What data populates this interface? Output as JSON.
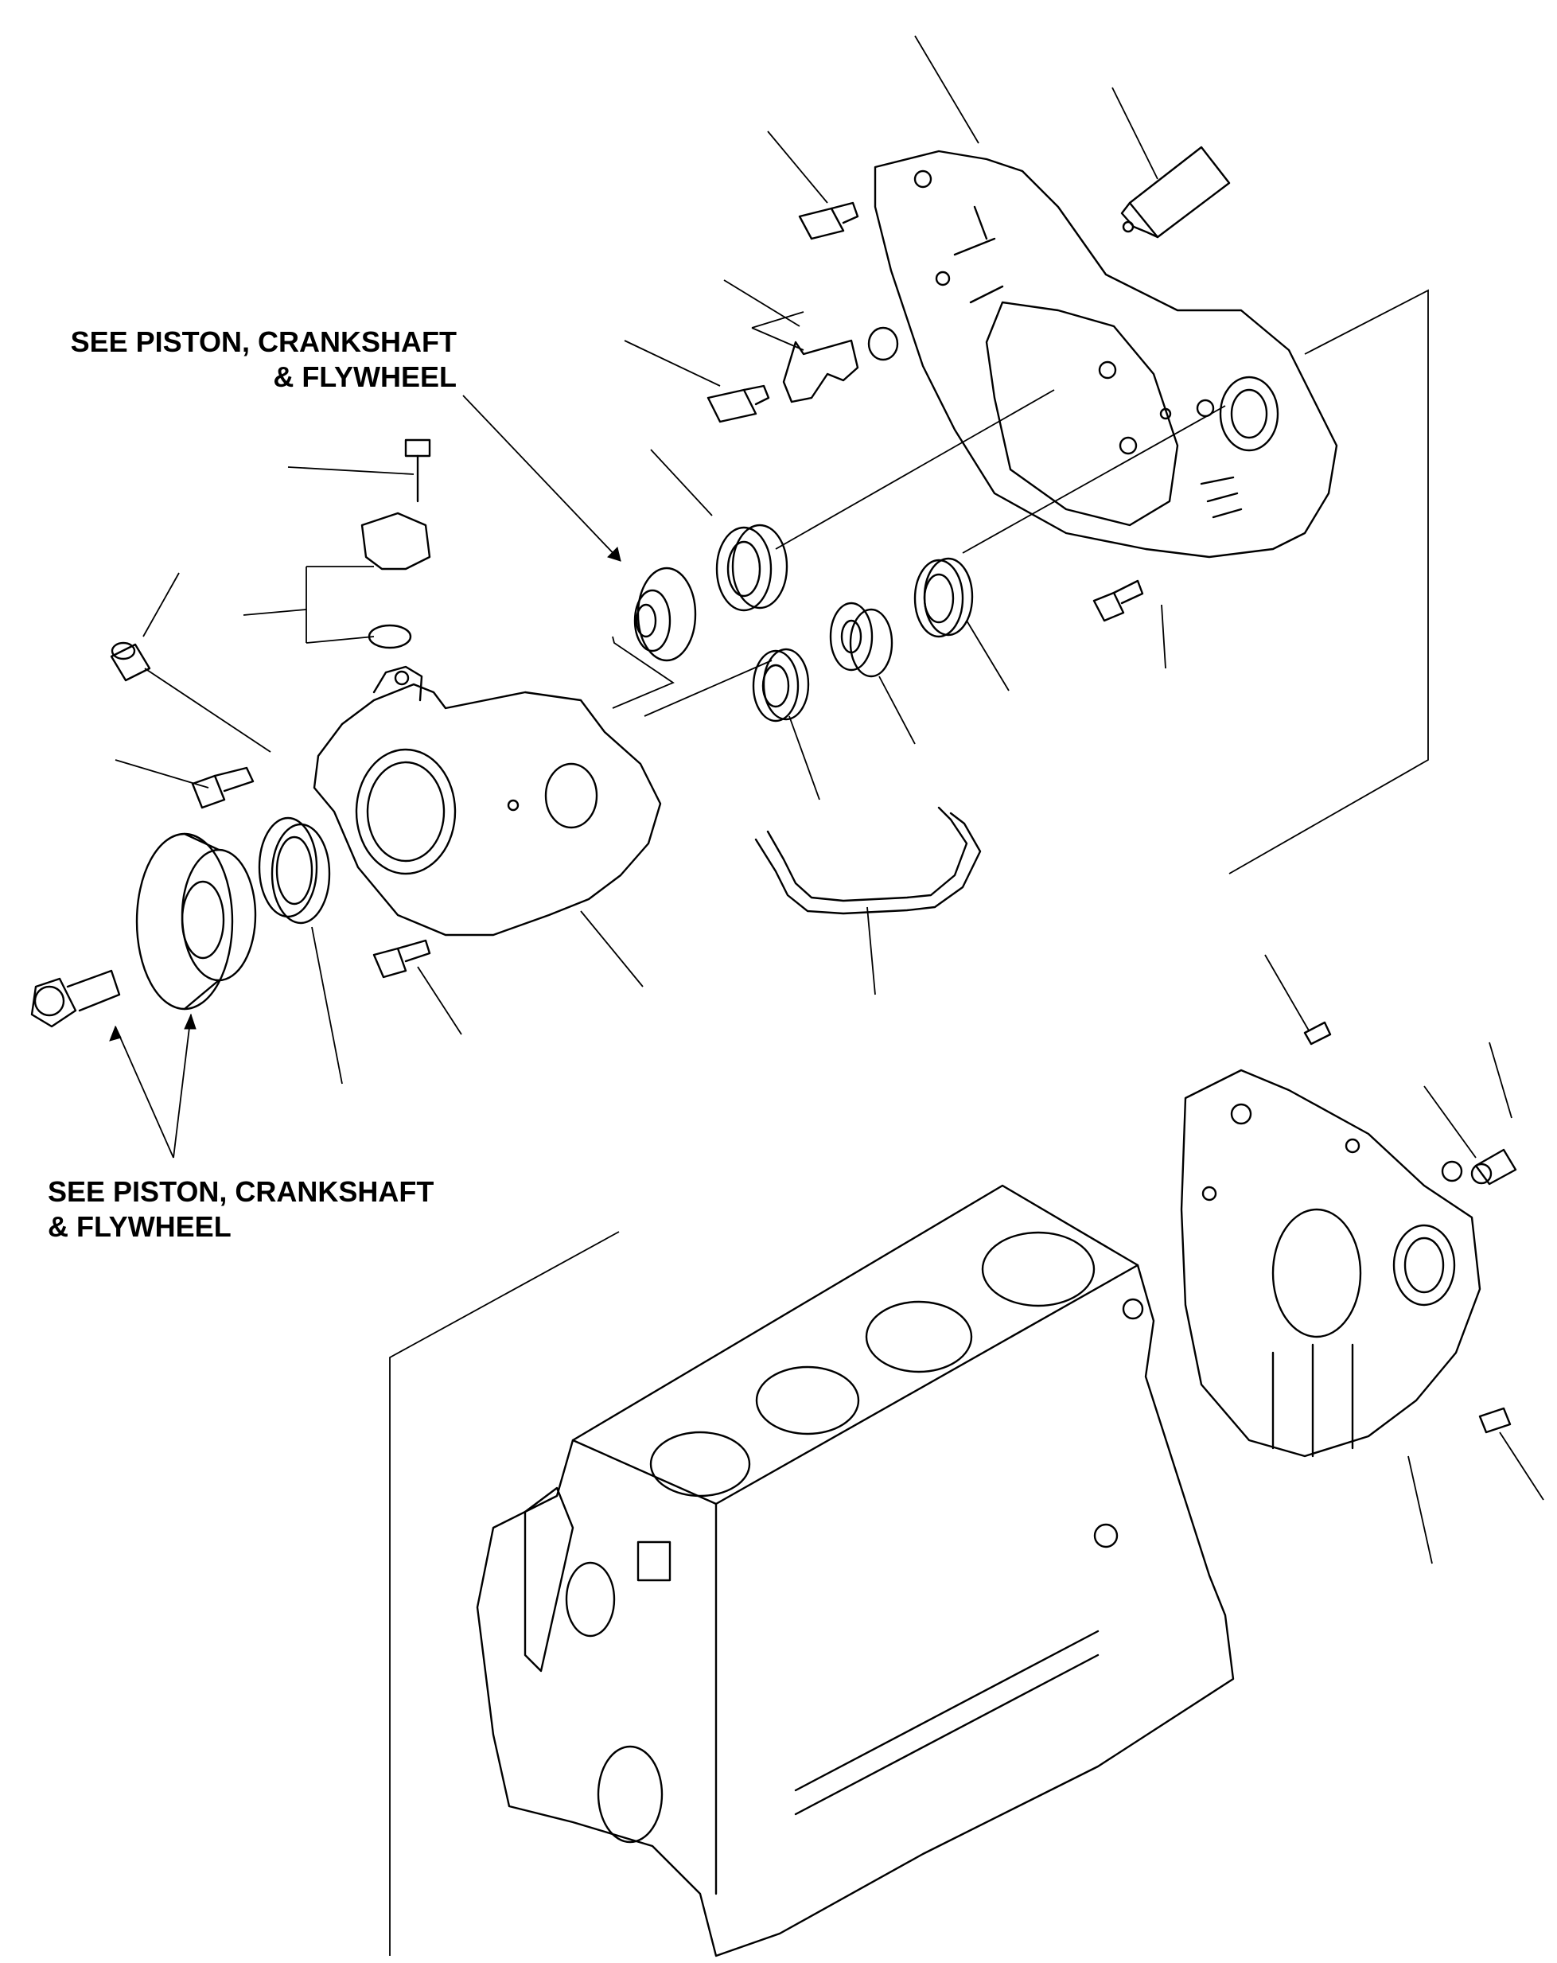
{
  "callouts": {
    "top": {
      "line1": "SEE  PISTON, CRANKSHAFT",
      "line2": "& FLYWHEEL"
    },
    "bottom": {
      "line1": "SEE  PISTON, CRANKSHAFT",
      "line2": "& FLYWHEEL"
    }
  },
  "colors": {
    "ink": "#000000",
    "paper": "#ffffff"
  }
}
